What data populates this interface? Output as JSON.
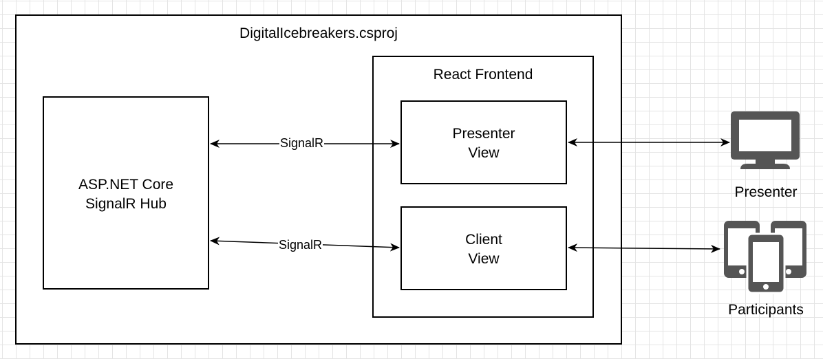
{
  "project": {
    "title": "DigitalIcebreakers.csproj"
  },
  "hub": {
    "line1": "ASP.NET Core",
    "line2": "SignalR Hub"
  },
  "frontend": {
    "title": "React Frontend"
  },
  "presenter_view": {
    "line1": "Presenter",
    "line2": "View"
  },
  "client_view": {
    "line1": "Client",
    "line2": "View"
  },
  "edges": {
    "signalr_top": "SignalR",
    "signalr_bottom": "SignalR"
  },
  "actors": {
    "presenter": "Presenter",
    "participants": "Participants"
  },
  "icons": {
    "presenter": "monitor-icon",
    "participants": "mobile-phones-icon"
  },
  "colors": {
    "icon": "#555555",
    "stroke": "#000000"
  }
}
